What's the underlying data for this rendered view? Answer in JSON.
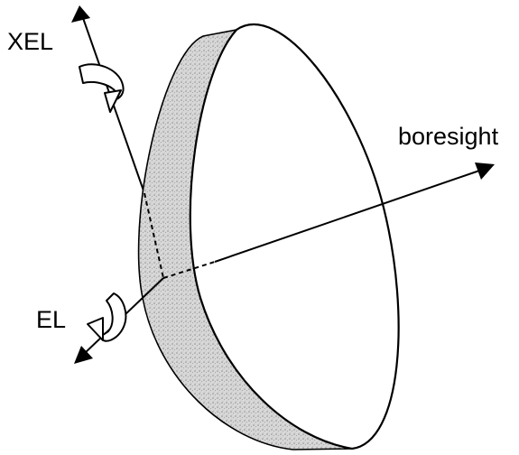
{
  "labels": {
    "xel": "XEL",
    "boresight": "boresight",
    "el": "EL"
  },
  "colors": {
    "line": "#000000",
    "background": "#ffffff",
    "rim_fill": "#d5d5d5",
    "rim_speckle": "#9a9a9a"
  },
  "icons": {
    "xel_rotation": "curved-rotation-arrow-icon",
    "el_rotation": "curved-rotation-arrow-icon"
  }
}
